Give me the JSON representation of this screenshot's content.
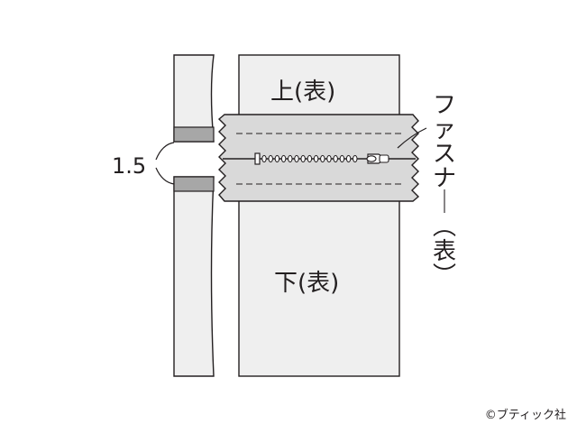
{
  "diagram": {
    "top_panel_label": "上(表)",
    "bottom_panel_label": "下(表)",
    "zipper_label": "ファスナー(表)",
    "seam_width_label": "1.5"
  },
  "copyright": "©ブティック社",
  "colors": {
    "line": "#231f20",
    "panel_fill": "#efefef",
    "zipper_tape_fill": "#d9d9d9",
    "seam_band_fill": "#a7a7a7",
    "background": "#ffffff"
  },
  "icons": {
    "copyright_symbol": "copyright-icon"
  }
}
